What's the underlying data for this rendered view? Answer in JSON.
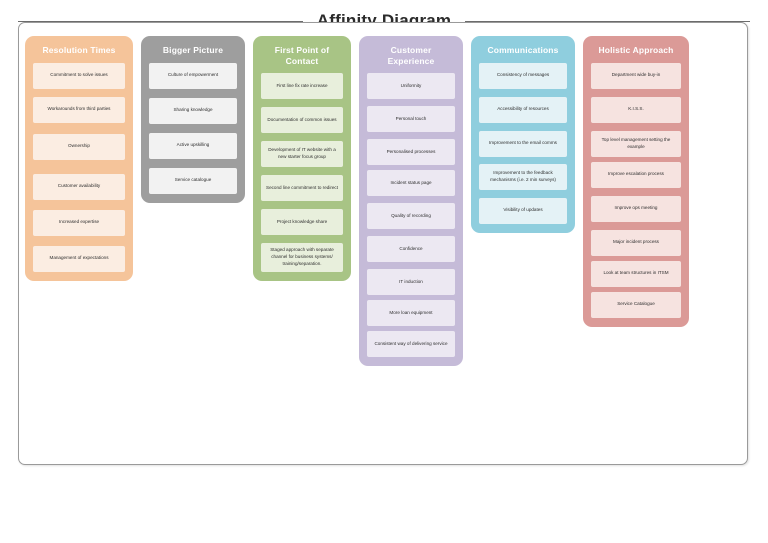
{
  "title": "Affinity Diagram",
  "columns": [
    {
      "id": "resolution-times",
      "title": "Resolution Times",
      "header_color": "#F2C09A",
      "column_color": "#F5C49A",
      "card_color": "#FBEDE2",
      "width": 108,
      "gaps": [
        8,
        11,
        14,
        10,
        10
      ],
      "cards": [
        "Commitment to solve issues",
        "Workarounds from third parties",
        "Ownership",
        "Customer availability",
        "Increased expertise",
        "Management of expectations"
      ]
    },
    {
      "id": "bigger-picture",
      "title": "Bigger Picture",
      "header_color": "#9E9E9E",
      "column_color": "#9E9E9E",
      "card_color": "#F2F2F2",
      "width": 104,
      "gaps": [
        9,
        9,
        9
      ],
      "cards": [
        "Culture of empowerment",
        "Sharing knowledge",
        "Active upskilling",
        "Service catalogue"
      ]
    },
    {
      "id": "first-point-of-contact",
      "title": "First Point of Contact",
      "header_color": "#A8C485",
      "column_color": "#A8C485",
      "card_color": "#E8EFDC",
      "width": 98,
      "gaps": [
        8,
        8,
        8,
        8,
        8
      ],
      "cards": [
        "First line fix rate increase",
        "Documentation of common issues",
        "Development of IT website with a new starter focus group",
        "Second line commitment to redirect",
        "Project knowledge share",
        "Staged approach with separate channel for business systems/ training/separation."
      ]
    },
    {
      "id": "customer-experience",
      "title": "Customer Experience",
      "header_color": "#C5BBD8",
      "column_color": "#C5BBD8",
      "card_color": "#ECE8F2",
      "width": 104,
      "gaps": [
        7,
        7,
        5,
        7,
        7,
        7,
        5,
        5
      ],
      "cards": [
        "Uniformity",
        "Personal touch",
        "Personalised processes",
        "Incident status page",
        "Quality of recording",
        "Confidence",
        "IT induction",
        "More loan equipment",
        "Consistent way of delivering service"
      ]
    },
    {
      "id": "communications",
      "title": "Communications",
      "header_color": "#8FCEDE",
      "column_color": "#8FCEDE",
      "card_color": "#E4F2F6",
      "width": 104,
      "gaps": [
        8,
        8,
        7,
        8
      ],
      "cards": [
        "Consistency of messages",
        "Accessibility of resources",
        "Improvement to the email comms",
        "Improvement to the feedback mechanisms (i.e. 2 min surveys)",
        "Visibility of updates"
      ]
    },
    {
      "id": "holistic-approach",
      "title": "Holistic Approach",
      "header_color": "#DB9A97",
      "column_color": "#DB9A97",
      "card_color": "#F6E3E0",
      "width": 106,
      "gaps": [
        8,
        8,
        5,
        8,
        8,
        5,
        5
      ],
      "cards": [
        "Department wide buy-in",
        "K.I.S.S.",
        "Top level management setting the example",
        "Improve escalation process",
        "Improve ops meeting",
        "Major incident process",
        "Look at team structures in ITSM",
        "Service Catalogue"
      ]
    }
  ]
}
